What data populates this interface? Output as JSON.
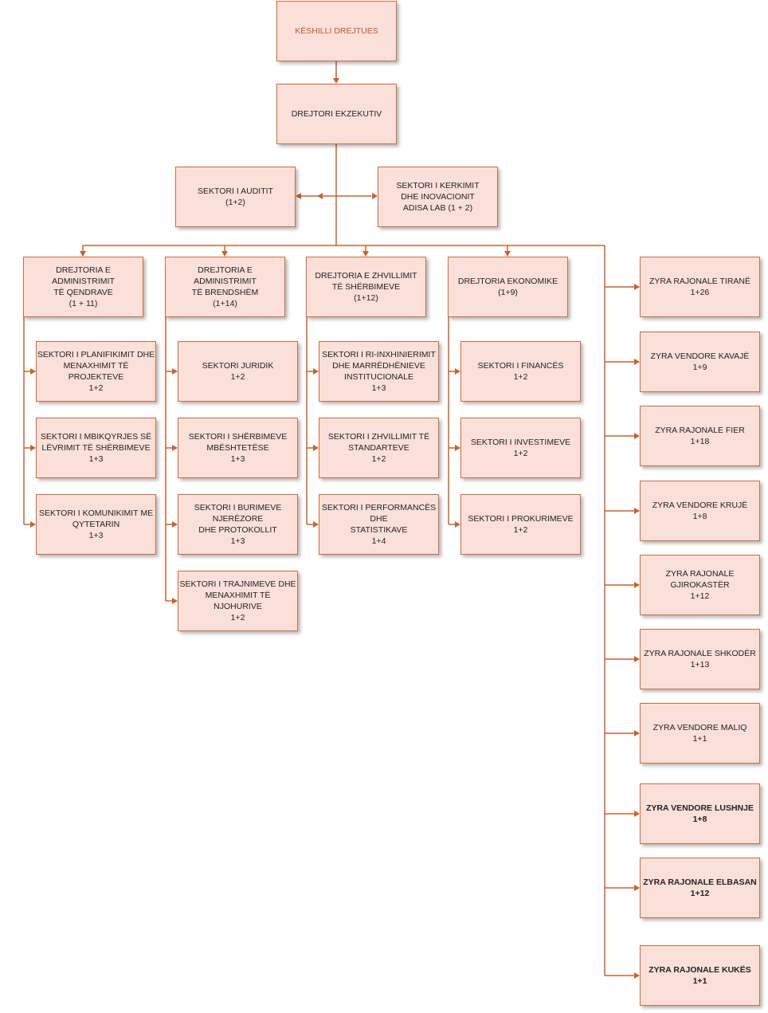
{
  "council": {
    "title": "KËSHILLI DREJTUES"
  },
  "executive": {
    "title": "DREJTORI EKZEKUTIV"
  },
  "audit": {
    "lines": [
      "SEKTORI I AUDITIT",
      "(1+2)"
    ]
  },
  "research": {
    "lines": [
      "SEKTORI I KERKIMIT",
      "DHE INOVACIONIT",
      "ADISA LAB (1 + 2)"
    ]
  },
  "directorates": [
    {
      "lines": [
        "DREJTORIA E",
        "ADMINISTRIMIT",
        "TË QENDRAVE",
        "(1 + 11)"
      ],
      "sectors": [
        {
          "lines": [
            "SEKTORI I PLANIFIKIMIT DHE",
            "MENAXHIMIT TË",
            "PROJEKTEVE",
            "1+2"
          ]
        },
        {
          "lines": [
            "SEKTORI I MBIKQYRJES SË",
            "LËVRIMIT TË SHËRBIMEVE",
            "1+3"
          ]
        },
        {
          "lines": [
            "SEKTORI I KOMUNIKIMIT ME",
            "QYTETARIN",
            "1+3"
          ]
        }
      ]
    },
    {
      "lines": [
        "DREJTORIA E",
        "ADMINISTRIMIT",
        "TË BRENDSHËM",
        "(1+14)"
      ],
      "sectors": [
        {
          "lines": [
            "SEKTORI JURIDIK",
            "1+2"
          ]
        },
        {
          "lines": [
            "SEKTORI I SHËRBIMEVE",
            "MBËSHTETËSE",
            "1+3"
          ]
        },
        {
          "lines": [
            "SEKTORI I BURIMEVE",
            "NJERËZORE",
            "DHE PROTOKOLLIT",
            "1+3"
          ]
        },
        {
          "lines": [
            "SEKTORI I TRAJNIMEVE DHE",
            "MENAXHIMIT TË",
            "NJOHURIVE",
            "1+2"
          ]
        }
      ]
    },
    {
      "lines": [
        "DREJTORIA E ZHVILLIMIT",
        "TË SHËRBIMEVE",
        "(1+12)"
      ],
      "sectors": [
        {
          "lines": [
            "SEKTORI I RI-INXHINIERIMIT",
            "DHE MARRËDHËNIEVE",
            "INSTITUCIONALE",
            "1+3"
          ]
        },
        {
          "lines": [
            "SEKTORI I ZHVILLIMIT TË",
            "STANDARTEVE",
            "1+2"
          ]
        },
        {
          "lines": [
            "SEKTORI I PERFORMANCËS",
            "DHE",
            "STATISTIKAVE",
            "1+4"
          ]
        }
      ]
    },
    {
      "lines": [
        "DREJTORIA EKONOMIKE",
        "(1+9)"
      ],
      "sectors": [
        {
          "lines": [
            "SEKTORI I FINANCËS",
            "1+2"
          ]
        },
        {
          "lines": [
            "SEKTORI I INVESTIMEVE",
            "1+2"
          ]
        },
        {
          "lines": [
            "SEKTORI I PROKURIMEVE",
            "1+2"
          ]
        }
      ]
    }
  ],
  "offices": [
    {
      "lines": [
        "ZYRA RAJONALE TIRANË",
        "1+26"
      ],
      "bold": false
    },
    {
      "lines": [
        "ZYRA VENDORE KAVAJË",
        "1+9"
      ],
      "bold": false
    },
    {
      "lines": [
        "ZYRA RAJONALE FIER",
        "1+18"
      ],
      "bold": false
    },
    {
      "lines": [
        "ZYRA VENDORE KRUJË",
        "1+8"
      ],
      "bold": false
    },
    {
      "lines": [
        "ZYRA RAJONALE",
        "GJIROKASTËR",
        "1+12"
      ],
      "bold": false
    },
    {
      "lines": [
        "ZYRA RAJONALE SHKODËR",
        "1+13"
      ],
      "bold": false
    },
    {
      "lines": [
        "ZYRA VENDORE MALIQ",
        "1+1"
      ],
      "bold": false
    },
    {
      "lines": [
        "ZYRA VENDORE LUSHNJE",
        "1+8"
      ],
      "bold": true
    },
    {
      "lines": [
        "ZYRA RAJONALE ELBASAN",
        "1+12"
      ],
      "bold": true
    },
    {
      "lines": [
        "ZYRA RAJONALE KUKËS",
        "1+1"
      ],
      "bold": true
    }
  ],
  "colors": {
    "line": "#c9622f",
    "box_fill": "#fbe0da",
    "box_border": "#d2693c",
    "top_text": "#c0552a"
  }
}
